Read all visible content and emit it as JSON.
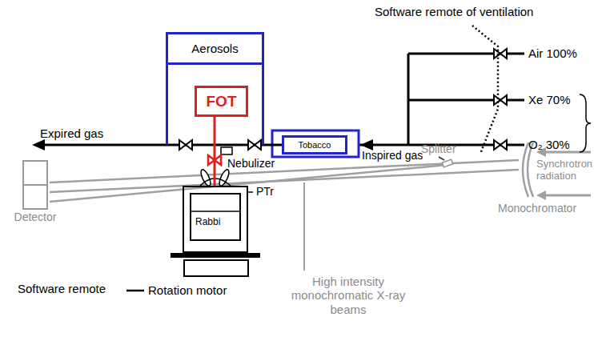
{
  "diagram": {
    "nodes": [
      {
        "text": [
          "Aerosols"
        ]
      },
      {
        "text": [
          "FOT"
        ],
        "in": 0
      },
      {
        "text": [
          "Tobacco"
        ]
      },
      {
        "text": [
          "Detector"
        ]
      },
      {
        "text": [
          "Rabbi"
        ]
      }
    ],
    "edges": [
      {
        "from": 2,
        "to": 0,
        "arrow": "none"
      },
      {
        "from": 1,
        "to": 4,
        "arrow": "none"
      }
    ],
    "labels": [
      "Software remote of ventilation",
      "Air 100%",
      "Xe 70%",
      "O₂ 30%",
      "Expired gas",
      "Inspired gas",
      "Nebulizer",
      "PTr",
      "Splitter",
      "Synchrotron radiation",
      "Monochromator",
      "High intensity monochromatic X-ray beams",
      "Software remote",
      "Rotation motor"
    ]
  }
}
